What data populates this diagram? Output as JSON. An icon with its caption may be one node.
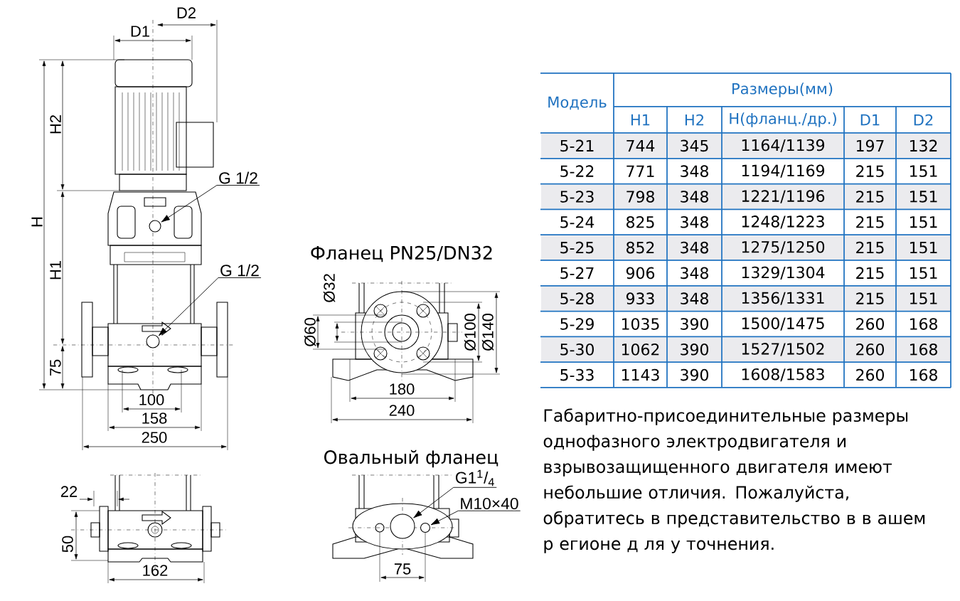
{
  "diagram": {
    "nodes": [
      {
        "text": [
          "G 1/2"
        ]
      },
      {
        "text": [],
        "shape": "circle"
      },
      {
        "text": [
          "G 1/2"
        ]
      },
      {
        "text": [],
        "shape": "circle"
      },
      {
        "text": [
          "G1$^{1}$/$_{4}$"
        ]
      },
      {
        "text": [],
        "shape": "circle"
      },
      {
        "text": [
          "M10×40"
        ]
      },
      {
        "text": [],
        "shape": "circle"
      }
    ],
    "edges": [
      {
        "from": 0,
        "to": 1,
        "arrow": "to"
      },
      {
        "from": 2,
        "to": 3,
        "arrow": "to"
      },
      {
        "from": 4,
        "to": 5,
        "arrow": "to"
      },
      {
        "from": 6,
        "to": 7,
        "arrow": "to"
      }
    ],
    "labels": [
      "D2",
      "D1",
      "H2",
      "H",
      "H1",
      "75",
      "100",
      "158",
      "250",
      "Фланец PN25/DN32",
      "Ø32",
      "Ø60",
      "Ø100",
      "Ø140",
      "180",
      "240",
      "22",
      "50",
      "162",
      "Овальный фланец",
      "75",
      "Модель",
      "Размеры(мм)",
      "H1",
      "H2",
      "H(фланц./др.)",
      "D1",
      "D2",
      "5-21",
      "744",
      "345",
      "1164/1139",
      "197",
      "132",
      "5-22",
      "771",
      "348",
      "1194/1169",
      "215",
      "151",
      "5-23",
      "798",
      "348",
      "1221/1196",
      "215",
      "151",
      "5-24",
      "825",
      "348",
      "1248/1223",
      "215",
      "151",
      "5-25",
      "852",
      "348",
      "1275/1250",
      "215",
      "151",
      "5-27",
      "906",
      "348",
      "1329/1304",
      "215",
      "151",
      "5-28",
      "933",
      "348",
      "1356/1331",
      "215",
      "151",
      "5-29",
      "1035",
      "390",
      "1500/1475",
      "260",
      "168",
      "5-30",
      "1062",
      "390",
      "1527/1502",
      "260",
      "168",
      "5-33",
      "1143",
      "390",
      "1608/1583",
      "260",
      "168",
      "Габаритно-присоединительные размеры однофазного электродвигателя и взрывозащищенного двигателя имеют небольшие отличия. Пожалуйста, обратитесь в представительство в в ашем р егионе д ля у точнения."
    ]
  }
}
